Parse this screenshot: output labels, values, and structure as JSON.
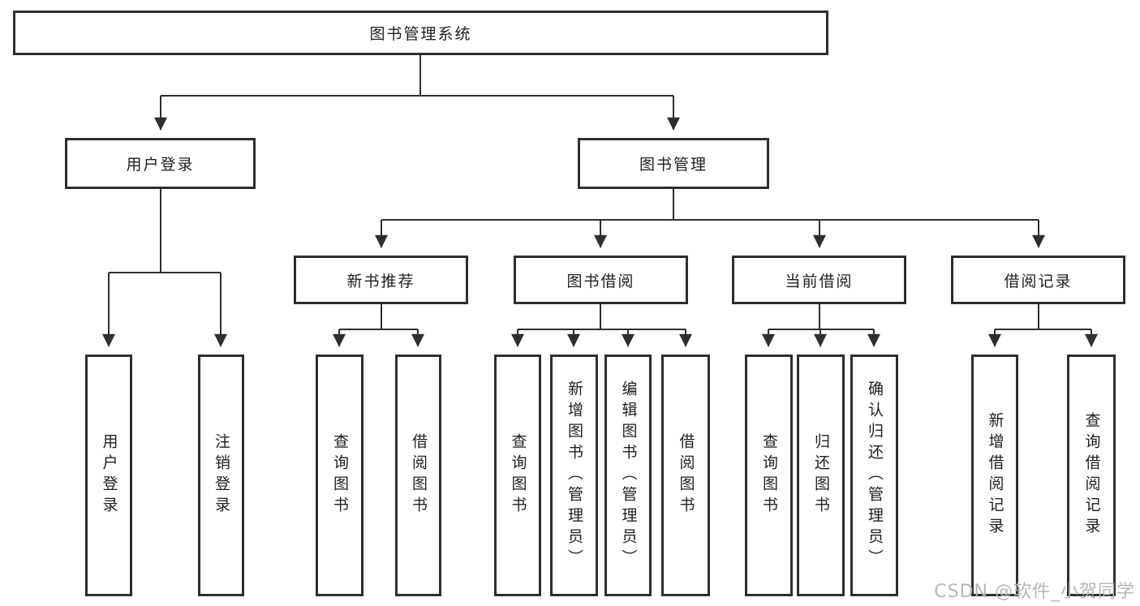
{
  "colors": {
    "background": "#ffffff",
    "line": "#2e2e2e",
    "box_border": "#2e2e2e",
    "box_fill": "#ffffff",
    "text": "#1f1f1f",
    "watermark": "#b4b9be"
  },
  "watermark": {
    "text": "CSDN @软件_小贺同学"
  },
  "tree": {
    "label": "图书管理系统",
    "children": [
      {
        "label": "用户登录",
        "children": [
          {
            "label": "用户登录"
          },
          {
            "label": "注销登录"
          }
        ]
      },
      {
        "label": "图书管理",
        "children": [
          {
            "label": "新书推荐",
            "children": [
              {
                "label": "查询图书"
              },
              {
                "label": "借阅图书"
              }
            ]
          },
          {
            "label": "图书借阅",
            "children": [
              {
                "label": "查询图书"
              },
              {
                "label": "新增图书（管理员）"
              },
              {
                "label": "编辑图书（管理员）"
              },
              {
                "label": "借阅图书"
              }
            ]
          },
          {
            "label": "当前借阅",
            "children": [
              {
                "label": "查询图书"
              },
              {
                "label": "归还图书"
              },
              {
                "label": "确认归还（管理员）"
              }
            ]
          },
          {
            "label": "借阅记录",
            "children": [
              {
                "label": "新增借阅记录"
              },
              {
                "label": "查询借阅记录"
              }
            ]
          }
        ]
      }
    ]
  }
}
